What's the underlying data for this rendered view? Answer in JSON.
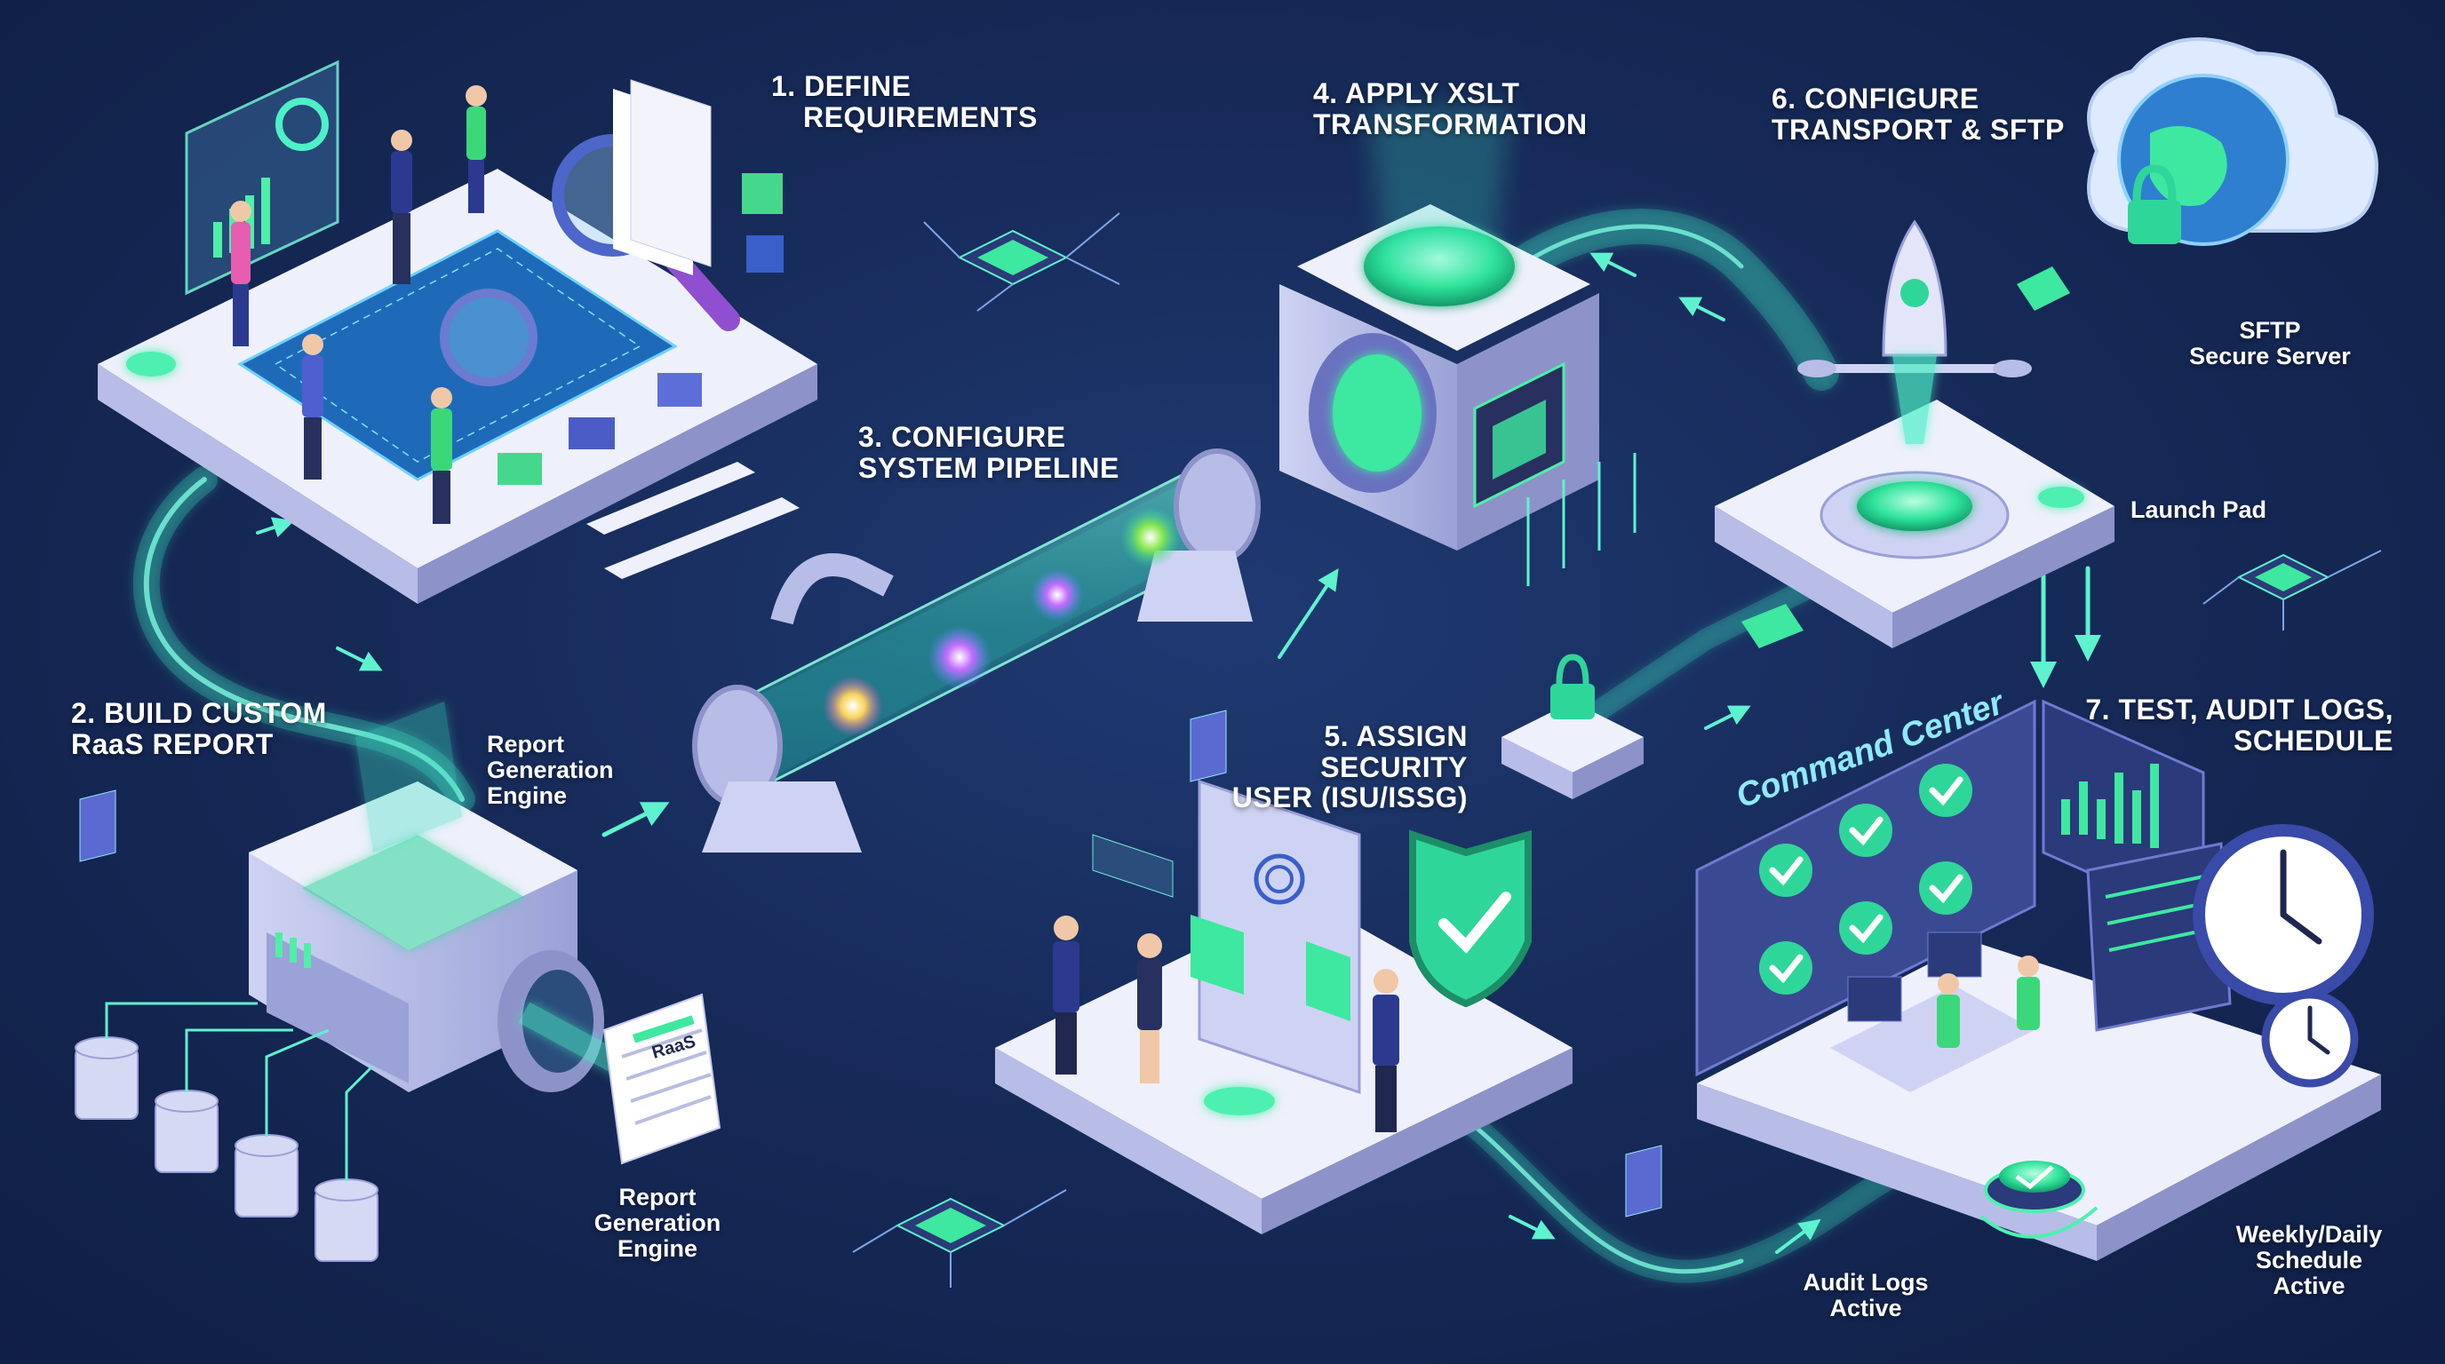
{
  "steps": {
    "s1_line1": "1. DEFINE",
    "s1_line2": "REQUIREMENTS",
    "s2_line1": "2. BUILD CUSTOM",
    "s2_line2": "RaaS REPORT",
    "s3_line1": "3. CONFIGURE",
    "s3_line2": "SYSTEM PIPELINE",
    "s4_line1": "4. APPLY XSLT",
    "s4_line2": "TRANSFORMATION",
    "s5_line1": "5. ASSIGN SECURITY",
    "s5_line2": "USER (ISU/ISSG)",
    "s6_line1": "6. CONFIGURE",
    "s6_line2": "TRANSPORT & SFTP",
    "s7_line1": "7. TEST, AUDIT LOGS,",
    "s7_line2": "SCHEDULE"
  },
  "labels": {
    "engine_top_1": "Report",
    "engine_top_2": "Generation",
    "engine_top_3": "Engine",
    "engine_bottom_1": "Report",
    "engine_bottom_2": "Generation",
    "engine_bottom_3": "Engine",
    "raas_doc": "RaaS",
    "sftp_1": "SFTP",
    "sftp_2": "Secure Server",
    "launch_pad": "Launch Pad",
    "command_center": "Command Center",
    "audit_1": "Audit Logs",
    "audit_2": "Active",
    "schedule_1": "Weekly/Daily",
    "schedule_2": "Schedule",
    "schedule_3": "Active"
  },
  "colors": {
    "background": "#172b5a",
    "flow_glow": "#4ef0c8",
    "accent_green": "#2ed47a",
    "platform_top": "#eef0fb",
    "platform_side": "#b7bde6",
    "platform_dark": "#8d93c9"
  },
  "icons": [
    "magnifier-icon",
    "puzzle-icon",
    "chip-icon",
    "database-icon",
    "document-icon",
    "lock-icon",
    "shield-check-icon",
    "envelope-icon",
    "rocket-icon",
    "cloud-globe-icon",
    "clock-icon",
    "checkmark-icon",
    "fingerprint-icon",
    "bar-chart-icon"
  ]
}
